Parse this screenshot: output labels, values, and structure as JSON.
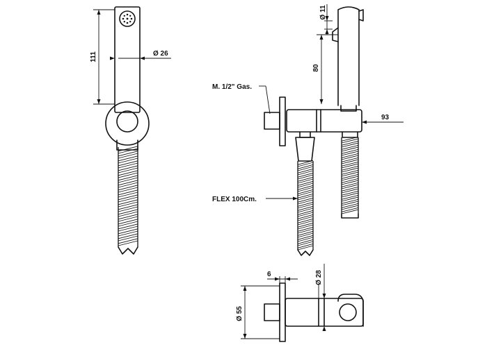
{
  "labels": {
    "connection": "M. 1/2\" Gas.",
    "hose": "FLEX 100Cm."
  },
  "dimensions": {
    "handset_length": "111",
    "handset_diameter": "Ø 26",
    "nozzle_diameter": "Ø 11",
    "holder_height": "80",
    "projection": "93",
    "plate_thickness": "6",
    "body_diameter": "Ø 28",
    "plate_diameter": "Ø 55"
  }
}
